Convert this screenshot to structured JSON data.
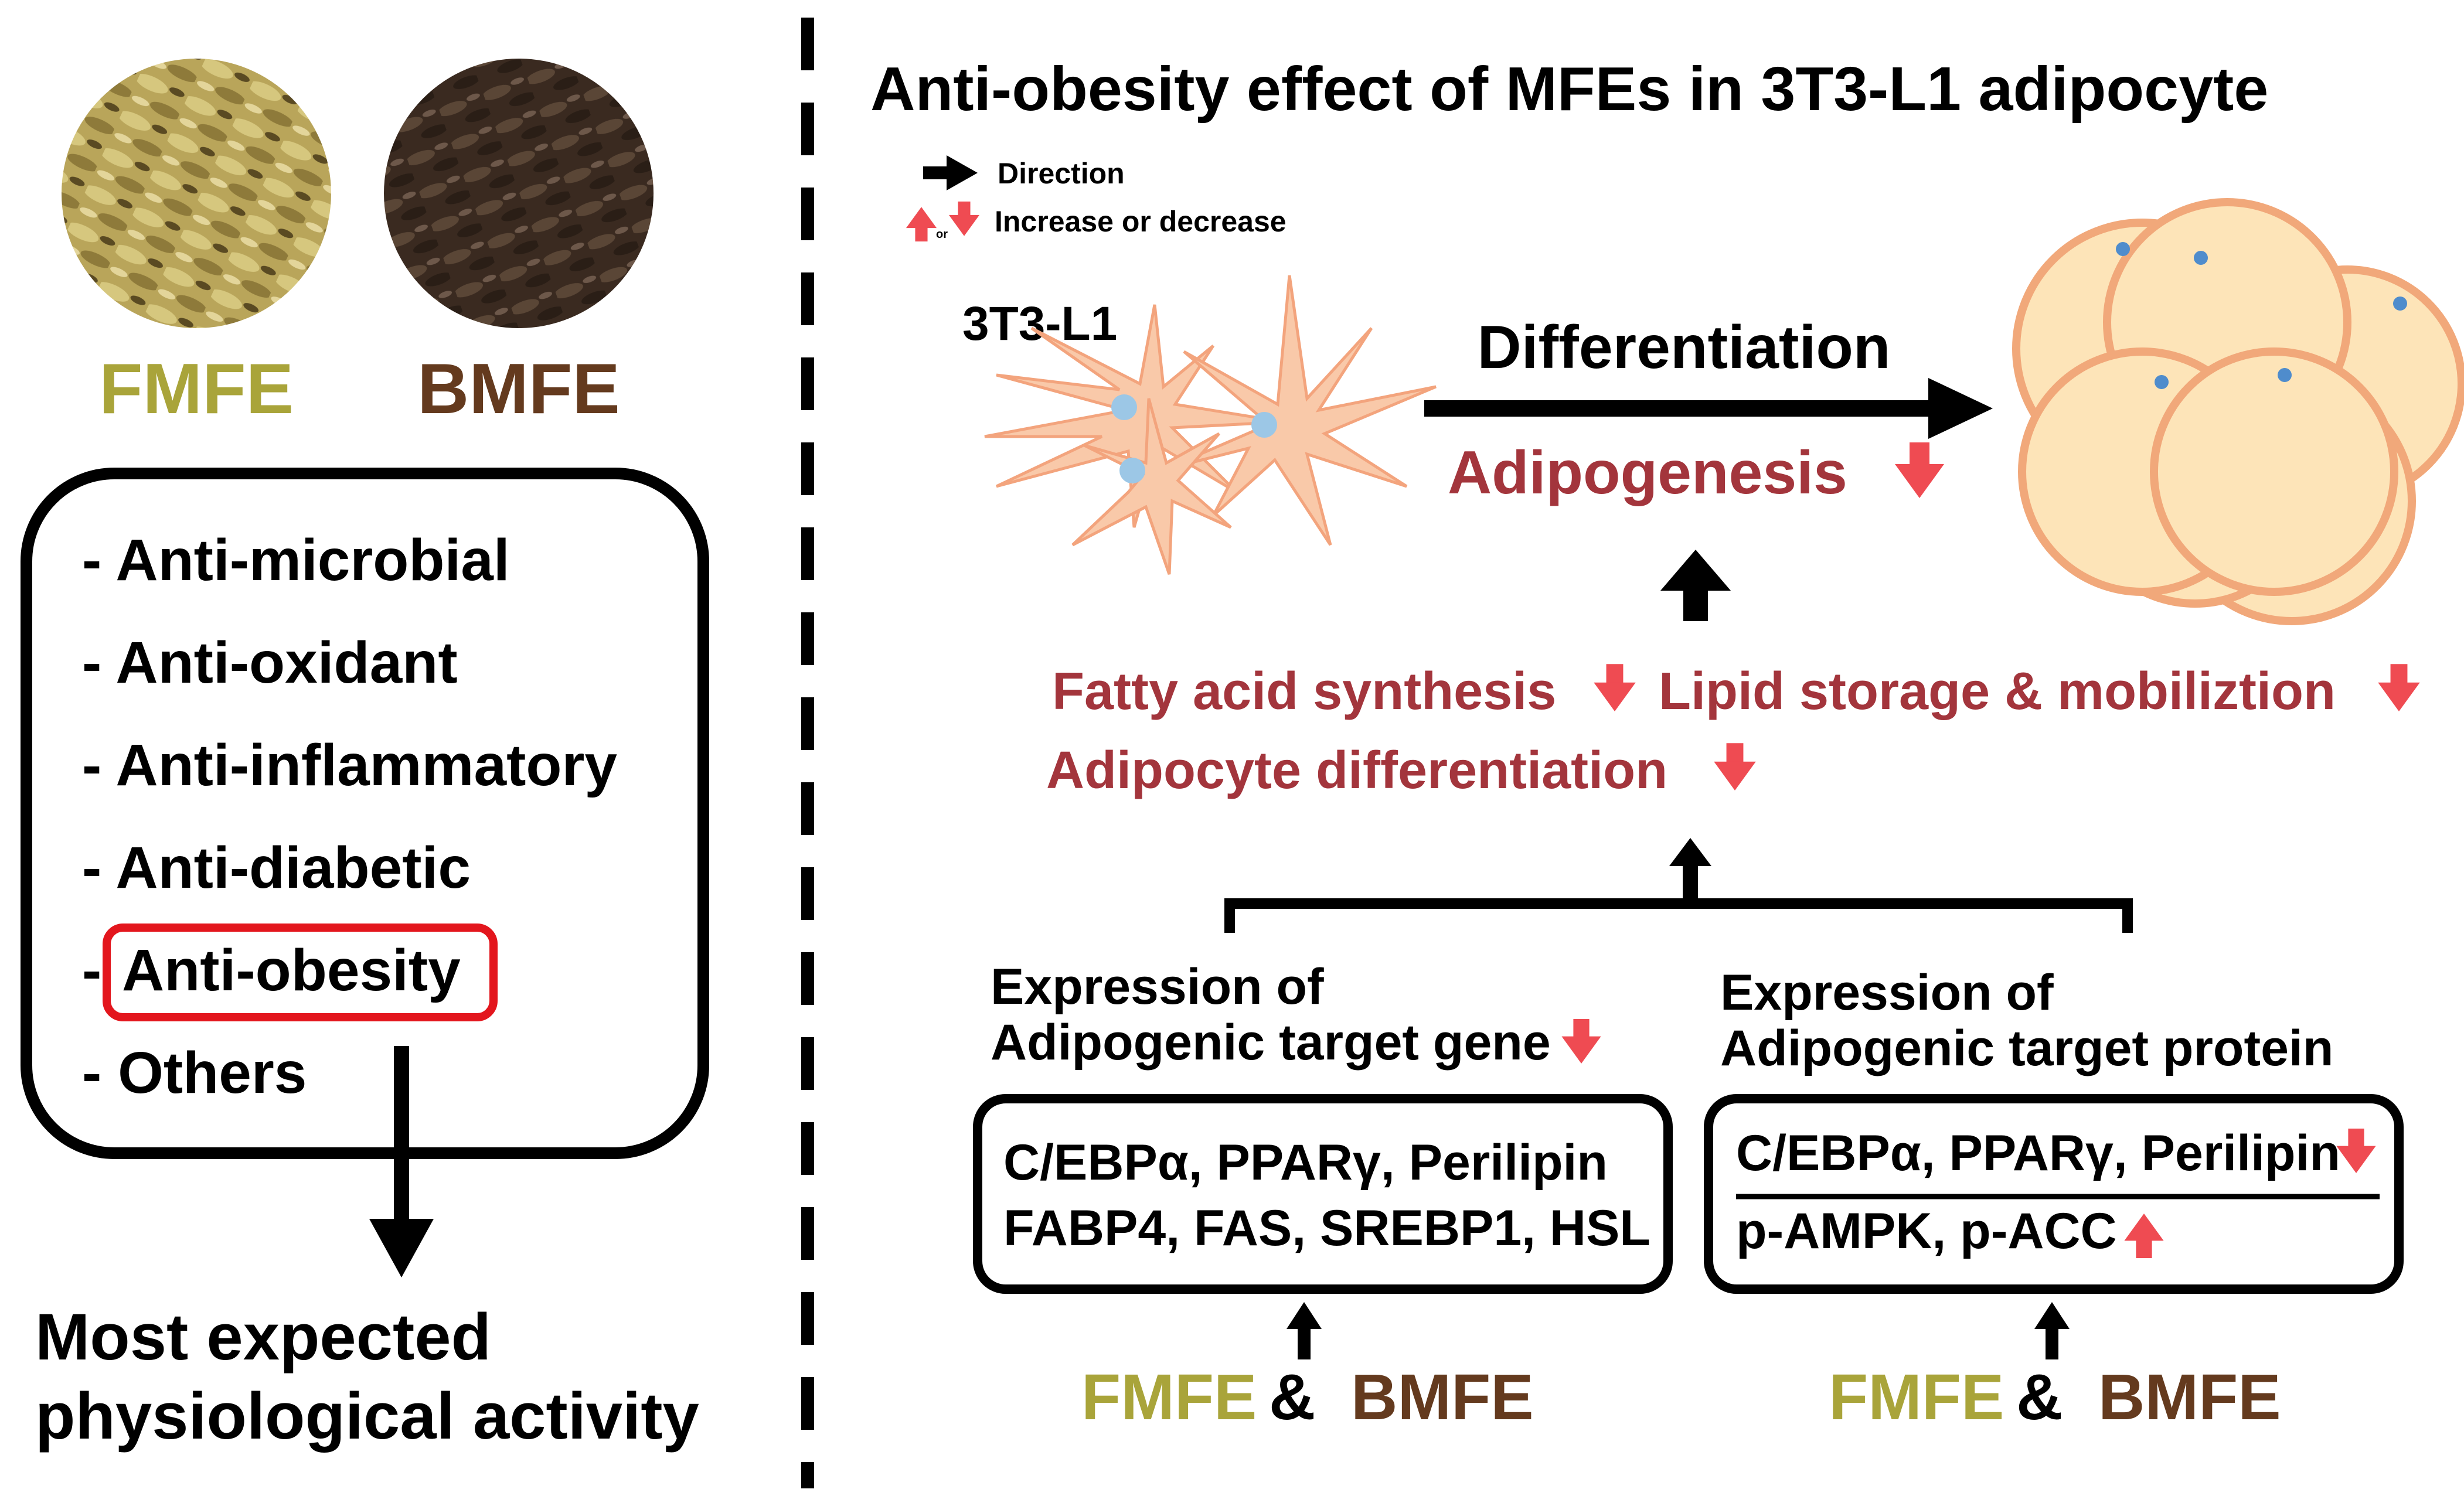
{
  "left_panel": {
    "labels": {
      "fmfe": "FMFE",
      "bmfe": "BMFE"
    },
    "activities": [
      "- Anti-microbial",
      "- Anti-oxidant",
      "- Anti-inflammatory",
      "- Anti-diabetic",
      "-",
      "- Others"
    ],
    "highlighted_activity": "Anti-obesity",
    "conclusion_line1": "Most expected",
    "conclusion_line2": "physiological activity"
  },
  "right_panel": {
    "title": "Anti-obesity effect of MFEs in 3T3-L1 adipocyte",
    "legend": {
      "direction": "Direction",
      "or": "or",
      "change": "Increase or decrease"
    },
    "cell_label": "3T3-L1",
    "differentiation": "Differentiation",
    "adipogenesis": "Adipogenesis",
    "processes": {
      "fatty_acid": "Fatty acid synthesis",
      "lipid": "Lipid storage & mobiliztion",
      "adipocyte": "Adipocyte differentiation"
    },
    "gene": {
      "heading1": "Expression of",
      "heading2": "Adipogenic target gene",
      "line1": "C/EBPα, PPARγ, Perilipin",
      "line2": "FABP4, FAS, SREBP1, HSL"
    },
    "protein": {
      "heading1": "Expression of",
      "heading2": "Adipogenic target protein",
      "line1": "C/EBPα, PPARγ, Perilipin",
      "line2": "p-AMPK, p-ACC"
    },
    "source": {
      "fmfe": "FMFE",
      "amp": "&",
      "bmfe": "BMFE"
    }
  },
  "colors": {
    "fmfe": "#a9a43a",
    "bmfe": "#643a1e",
    "process_text": "#a3353c",
    "red_arrow": "#ef4b52",
    "highlight_box": "#e3161d",
    "cell_fill": "#f9c9a9",
    "cell_nucleus": "#9cc7e6",
    "adipocyte_fill": "#fde4b8",
    "adipocyte_stroke": "#f1a87a"
  }
}
